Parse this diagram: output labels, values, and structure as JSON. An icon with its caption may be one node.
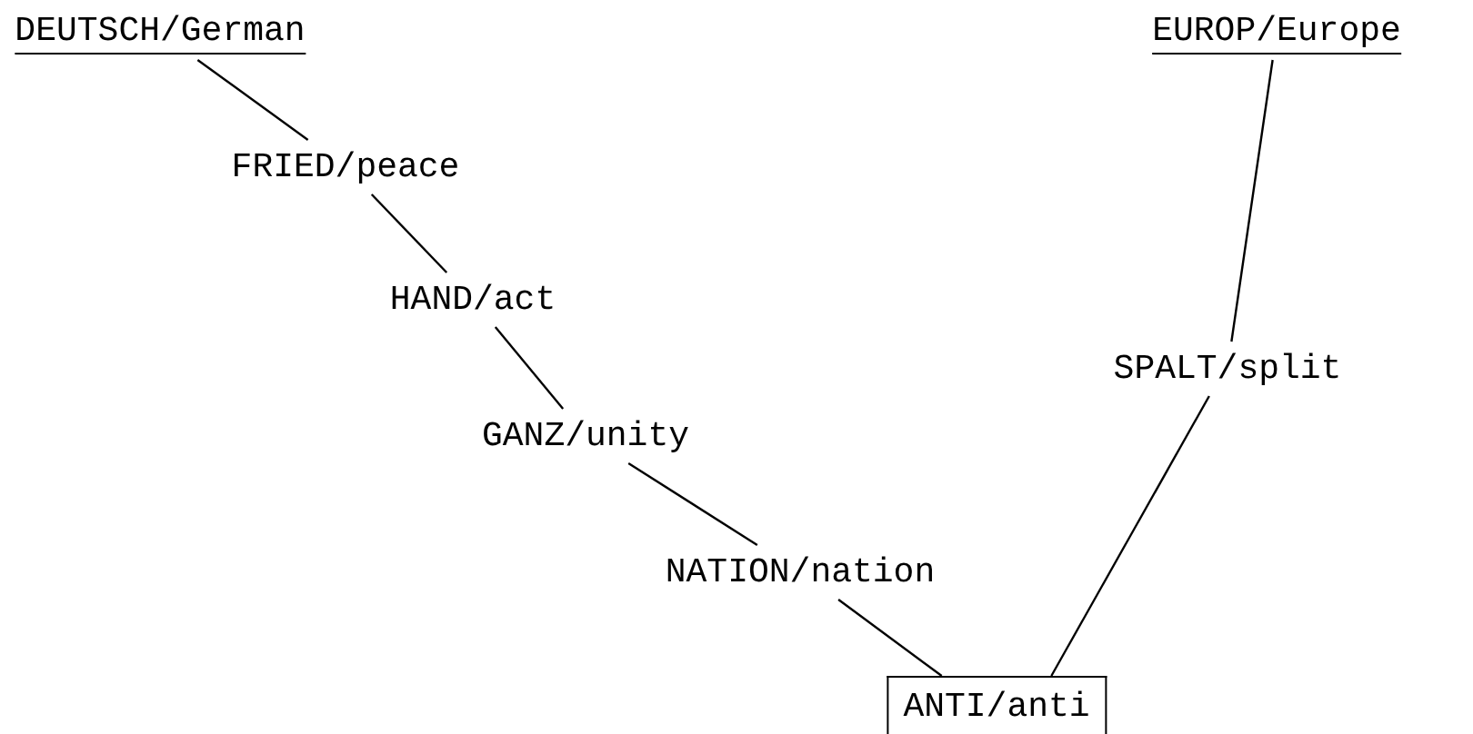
{
  "diagram": {
    "nodes": [
      {
        "text": [
          "DEUTSCH/German"
        ]
      },
      {
        "text": [
          "FRIED/peace"
        ]
      },
      {
        "text": [
          "HAND/act"
        ]
      },
      {
        "text": [
          "GANZ/unity"
        ]
      },
      {
        "text": [
          "NATION/nation"
        ]
      },
      {
        "text": [
          "ANTI/anti"
        ]
      },
      {
        "text": [
          "EUROP/Europe"
        ]
      },
      {
        "text": [
          "SPALT/split"
        ]
      }
    ],
    "edges": [
      {
        "from": 0,
        "to": 1,
        "arrow": "none"
      },
      {
        "from": 1,
        "to": 2,
        "arrow": "none"
      },
      {
        "from": 2,
        "to": 3,
        "arrow": "none"
      },
      {
        "from": 3,
        "to": 4,
        "arrow": "none"
      },
      {
        "from": 4,
        "to": 5,
        "arrow": "none"
      },
      {
        "from": 6,
        "to": 7,
        "arrow": "none"
      },
      {
        "from": 7,
        "to": 5,
        "arrow": "none"
      }
    ]
  }
}
